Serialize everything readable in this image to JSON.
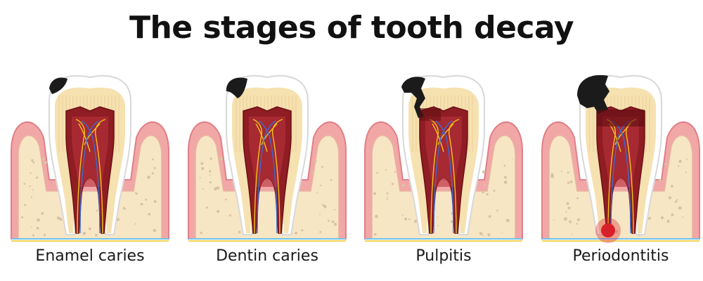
{
  "title": "The stages of tooth decay",
  "stages": [
    {
      "label": "Enamel caries"
    },
    {
      "label": "Dentin caries"
    },
    {
      "label": "Pulpitis"
    },
    {
      "label": "Periodontitis"
    }
  ],
  "colors": {
    "gum": "#f2a7a7",
    "gum_edge": "#e07f86",
    "bone": "#f7e6c4",
    "bone_dots": "#d9c3a5",
    "enamel": "#ffffff",
    "enamel_edge": "#d8d8d8",
    "dentin": "#f6e1b0",
    "dentin_lines": "#ead09a",
    "pulp": "#8f1d23",
    "pulp_inner": "#b8323a",
    "nerve_yellow": "#f2c21a",
    "nerve_blue": "#3a6bd1",
    "decay": "#1b1b1b",
    "infection": "#d8202a",
    "base_line_1": "#6fc3e8",
    "base_line_2": "#f2d35a"
  }
}
